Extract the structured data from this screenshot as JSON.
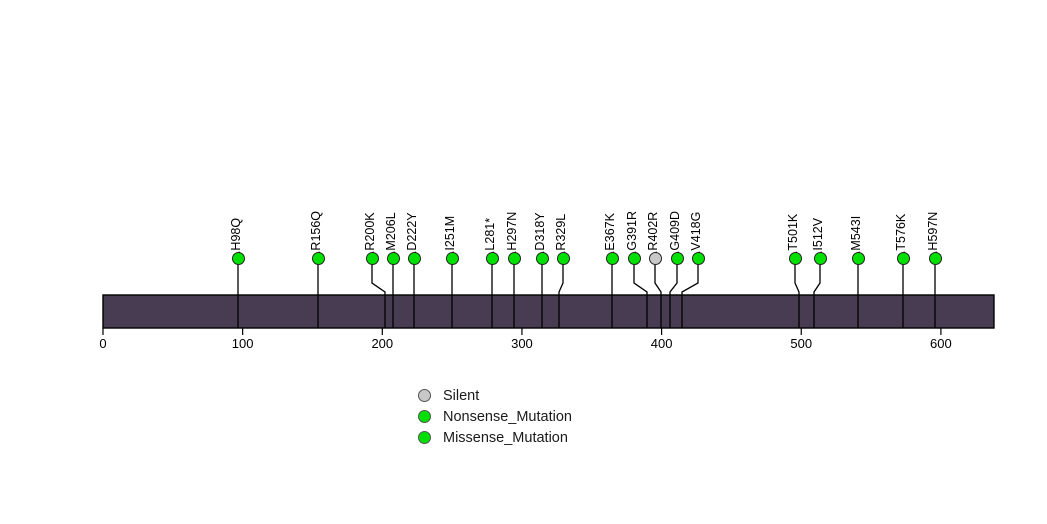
{
  "chart_data": {
    "type": "lollipop",
    "title": "",
    "xlabel": "",
    "ylabel": "",
    "xlim": [
      0,
      638
    ],
    "axis_ticks": [
      0,
      100,
      200,
      300,
      400,
      500,
      600
    ],
    "protein_bar": {
      "start": 0,
      "end": 638,
      "color": "#473c51",
      "border_color": "#000000"
    },
    "colors": {
      "silent": "#c8c8c8",
      "nonsense": "#00e000",
      "missense": "#00e000",
      "stem": "#000000"
    },
    "mutations": [
      {
        "label": "p.H98Q",
        "position": 98,
        "type": "Missense_Mutation",
        "color": "#00e000",
        "cx": 238,
        "bx": 238
      },
      {
        "label": "p.R156Q",
        "position": 156,
        "type": "Missense_Mutation",
        "color": "#00e000",
        "cx": 318,
        "bx": 318
      },
      {
        "label": "p.R200K",
        "position": 193,
        "type": "Missense_Mutation",
        "color": "#00e000",
        "cx": 372,
        "bx": 385
      },
      {
        "label": "p.M206L",
        "position": 206,
        "type": "Missense_Mutation",
        "color": "#00e000",
        "cx": 393,
        "bx": 393
      },
      {
        "label": "p.D222Y",
        "position": 222,
        "type": "Missense_Mutation",
        "color": "#00e000",
        "cx": 414,
        "bx": 414
      },
      {
        "label": "p.I251M",
        "position": 251,
        "type": "Missense_Mutation",
        "color": "#00e000",
        "cx": 452,
        "bx": 452
      },
      {
        "label": "p.L281*",
        "position": 281,
        "type": "Nonsense_Mutation",
        "color": "#00e000",
        "cx": 492,
        "bx": 492
      },
      {
        "label": "p.H297N",
        "position": 297,
        "type": "Missense_Mutation",
        "color": "#00e000",
        "cx": 514,
        "bx": 514
      },
      {
        "label": "p.D318Y",
        "position": 318,
        "type": "Missense_Mutation",
        "color": "#00e000",
        "cx": 542,
        "bx": 542
      },
      {
        "label": "p.R329L",
        "position": 329,
        "type": "Missense_Mutation",
        "color": "#00e000",
        "cx": 563,
        "bx": 559
      },
      {
        "label": "p.E367K",
        "position": 367,
        "type": "Missense_Mutation",
        "color": "#00e000",
        "cx": 612,
        "bx": 612
      },
      {
        "label": "p.G391R",
        "position": 391,
        "type": "Missense_Mutation",
        "color": "#00e000",
        "cx": 634,
        "bx": 647
      },
      {
        "label": "p.R402R",
        "position": 402,
        "type": "Silent",
        "color": "#c8c8c8",
        "cx": 655,
        "bx": 661
      },
      {
        "label": "p.G409D",
        "position": 409,
        "type": "Missense_Mutation",
        "color": "#00e000",
        "cx": 677,
        "bx": 670
      },
      {
        "label": "p.V418G",
        "position": 418,
        "type": "Missense_Mutation",
        "color": "#00e000",
        "cx": 698,
        "bx": 682
      },
      {
        "label": "p.T501K",
        "position": 501,
        "type": "Missense_Mutation",
        "color": "#00e000",
        "cx": 795,
        "bx": 799
      },
      {
        "label": "p.I512V",
        "position": 512,
        "type": "Missense_Mutation",
        "color": "#00e000",
        "cx": 820,
        "bx": 814
      },
      {
        "label": "p.M543I",
        "position": 543,
        "type": "Missense_Mutation",
        "color": "#00e000",
        "cx": 858,
        "bx": 858
      },
      {
        "label": "p.T576K",
        "position": 576,
        "type": "Missense_Mutation",
        "color": "#00e000",
        "cx": 903,
        "bx": 903
      },
      {
        "label": "p.H597N",
        "position": 597,
        "type": "Missense_Mutation",
        "color": "#00e000",
        "cx": 935,
        "bx": 935
      }
    ],
    "legend": {
      "position": "bottom-center",
      "entries": [
        {
          "label": "Silent",
          "color": "#c8c8c8"
        },
        {
          "label": "Nonsense_Mutation",
          "color": "#00e000"
        },
        {
          "label": "Missense_Mutation",
          "color": "#00e000"
        }
      ]
    }
  }
}
